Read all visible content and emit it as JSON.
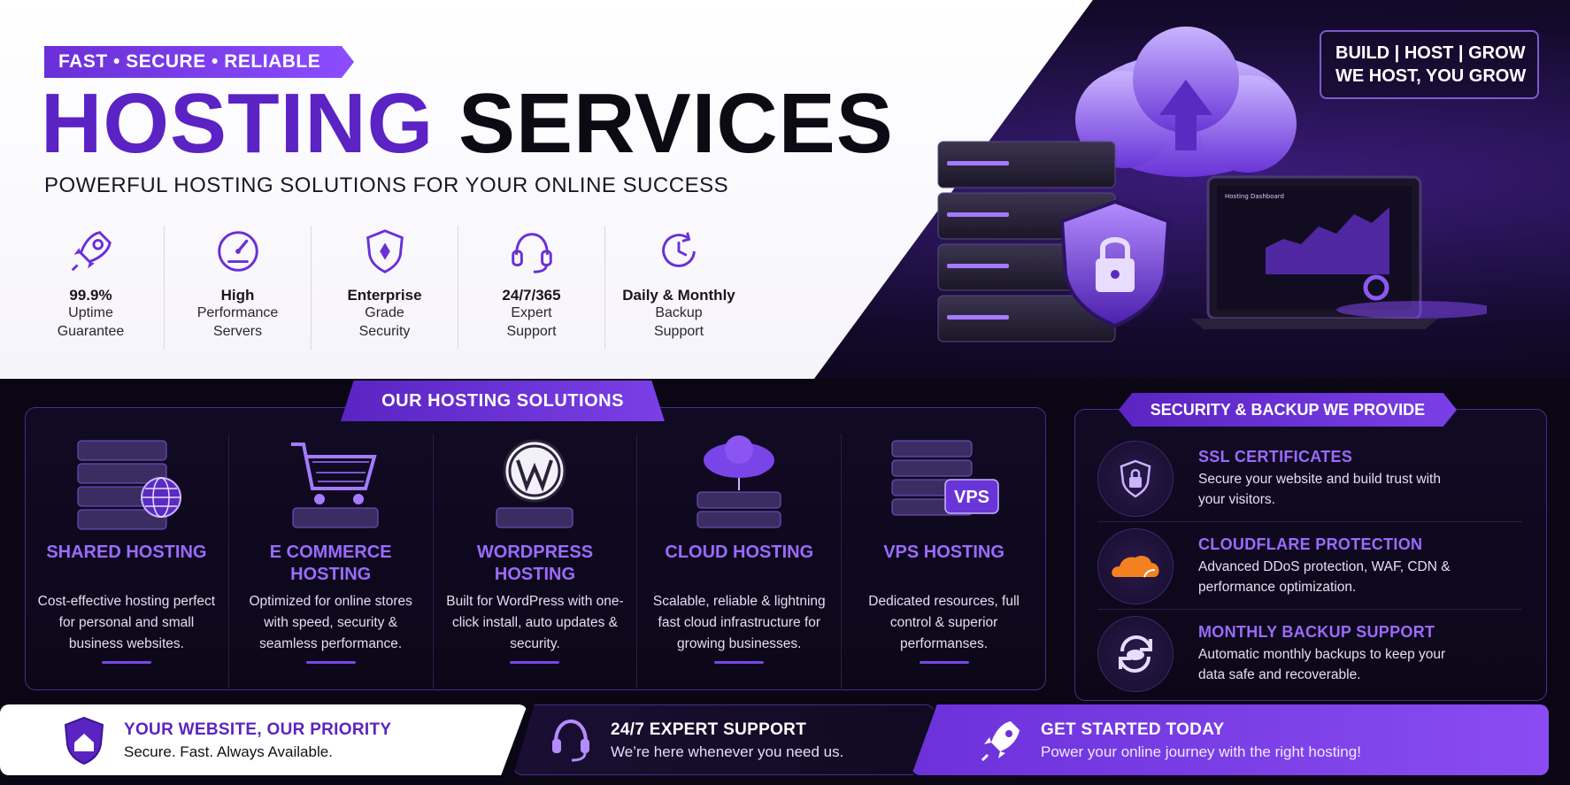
{
  "hero": {
    "tagline": "FAST • SECURE • RELIABLE",
    "title_part1": "HOSTING",
    "title_part2": "SERVICES",
    "subtitle": "POWERFUL HOSTING SOLUTIONS FOR YOUR ONLINE SUCCESS",
    "build_line1": "BUILD | HOST | GROW",
    "build_line2": "WE HOST, YOU GROW",
    "dashboard_label": "Hosting Dashboard"
  },
  "features": [
    {
      "strong": "99.9%",
      "line1": "Uptime",
      "line2": "Guarantee",
      "icon": "rocket-icon"
    },
    {
      "strong": "High",
      "line1": "Performance",
      "line2": "Servers",
      "icon": "speedometer-icon"
    },
    {
      "strong": "Enterprise",
      "line1": "Grade",
      "line2": "Security",
      "icon": "shield-icon"
    },
    {
      "strong": "24/7/365",
      "line1": "Expert",
      "line2": "Support",
      "icon": "headset-icon"
    },
    {
      "strong": "Daily & Monthly",
      "line1": "Backup",
      "line2": "Support",
      "icon": "backup-clock-icon"
    }
  ],
  "solutions": {
    "heading": "OUR HOSTING SOLUTIONS",
    "plans": [
      {
        "name": "SHARED HOSTING",
        "desc": "Cost-effective hosting perfect for personal and small business websites."
      },
      {
        "name": "E COMMERCE HOSTING",
        "desc": "Optimized for online stores with speed, security & seamless performance."
      },
      {
        "name": "WORDPRESS HOSTING",
        "desc": "Built for WordPress with one-click install, auto updates & security."
      },
      {
        "name": "CLOUD HOSTING",
        "desc": "Scalable, reliable & lightning fast cloud infrastructure for growing businesses."
      },
      {
        "name": "VPS HOSTING",
        "desc": "Dedicated resources, full control & superior performanses.",
        "badge": "VPS"
      }
    ]
  },
  "security": {
    "heading": "SECURITY & BACKUP WE PROVIDE",
    "items": [
      {
        "title": "SSL CERTIFICATES",
        "desc": "Secure your website and build trust with your visitors."
      },
      {
        "title": "CLOUDFLARE PROTECTION",
        "desc": "Advanced DDoS protection, WAF, CDN & performance optimization."
      },
      {
        "title": "MONTHLY BACKUP SUPPORT",
        "desc": "Automatic monthly backups to keep your data safe and recoverable."
      }
    ]
  },
  "bottom": {
    "priority_title": "YOUR WEBSITE, OUR PRIORITY",
    "priority_sub": "Secure. Fast. Always Available.",
    "support_title": "24/7 EXPERT SUPPORT",
    "support_sub": "We’re here whenever you need us.",
    "start_title": "GET STARTED TODAY",
    "start_sub": "Power your online journey with the right hosting!"
  },
  "colors": {
    "accent": "#7a45e8",
    "accent_light": "#9b6bff",
    "dark_bg": "#0a0614"
  }
}
